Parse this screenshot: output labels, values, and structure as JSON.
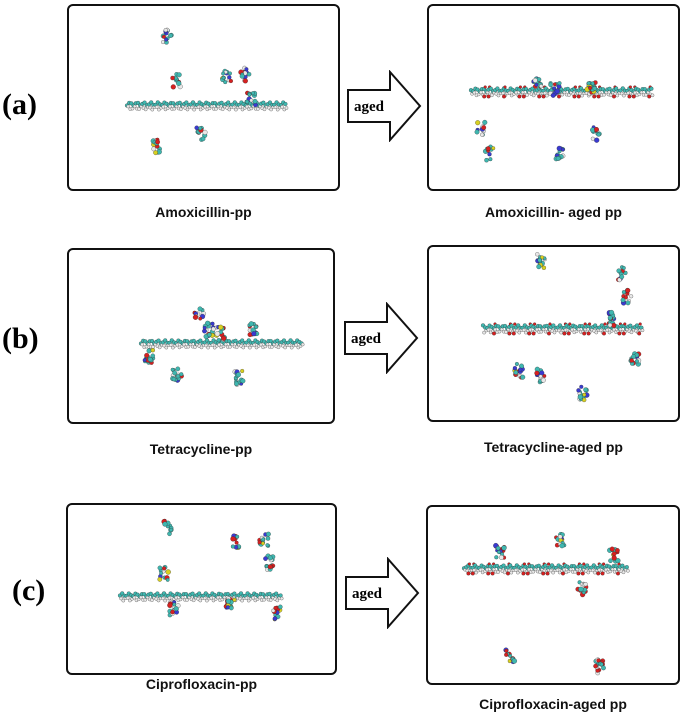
{
  "rows": [
    {
      "label": "(a)",
      "arrow_label": "aged",
      "left_caption": "Amoxicillin-pp",
      "right_caption": "Amoxicillin- aged pp"
    },
    {
      "label": "(b)",
      "arrow_label": "aged",
      "left_caption": "Tetracycline-pp",
      "right_caption": "Tetracycline-aged pp"
    },
    {
      "label": "(c)",
      "arrow_label": "aged",
      "left_caption": "Ciprofloxacin-pp",
      "right_caption": "Ciprofloxacin-aged pp"
    }
  ],
  "colors": {
    "chain_carbon": "#3fb7b0",
    "oxygen": "#d62020",
    "nitrogen": "#3a3ad0",
    "sulfur": "#d8d020",
    "hydrogen": "#e8e8e8"
  }
}
